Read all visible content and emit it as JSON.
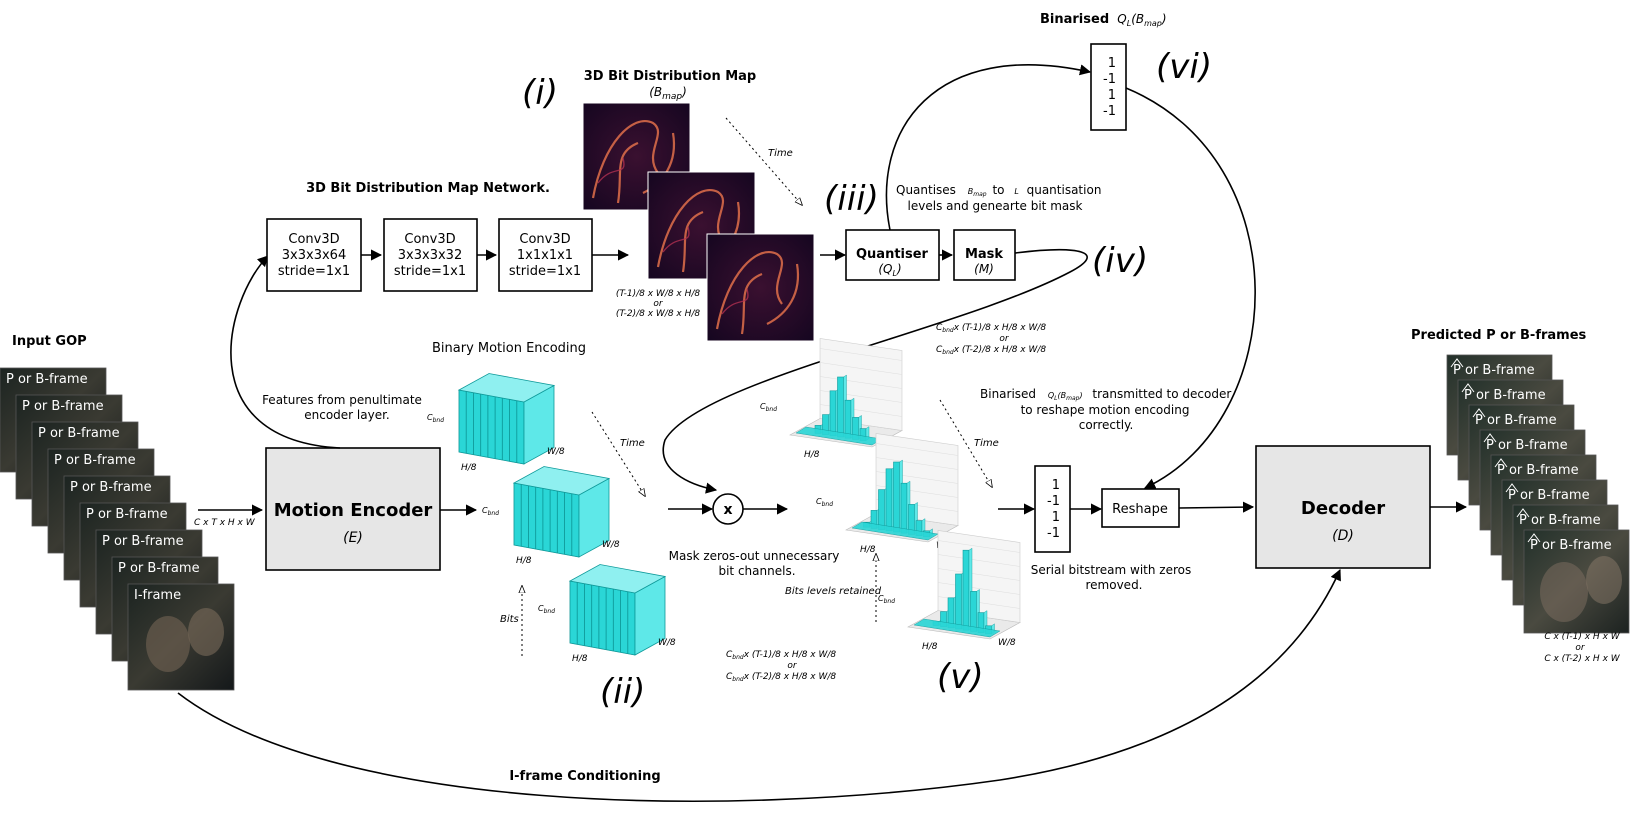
{
  "input_gop": {
    "title": "Input GOP",
    "frames": [
      "P or B-frame",
      "P or B-frame",
      "P or B-frame",
      "P or B-frame",
      "P or B-frame",
      "P or B-frame",
      "P or B-frame",
      "P or B-frame",
      "I-frame"
    ],
    "dims": "C x T x H x W"
  },
  "bdm_network": {
    "title": "3D Bit Distribution Map Network.",
    "convs": [
      {
        "l1": "Conv3D",
        "l2": "3x3x3x64",
        "l3": "stride=1x1"
      },
      {
        "l1": "Conv3D",
        "l2": "3x3x3x32",
        "l3": "stride=1x1"
      },
      {
        "l1": "Conv3D",
        "l2": "1x1x1x1",
        "l3": "stride=1x1"
      }
    ],
    "features_note": [
      "Features from penultimate",
      "encoder layer."
    ]
  },
  "bdm": {
    "marker": "(i)",
    "title": "3D Bit Distribution Map",
    "symbol": "(B",
    "symbol_sub": "map",
    "symbol_close": ")",
    "time": "Time",
    "dims": [
      "(T-1)/8 x W/8 x H/8",
      "or",
      "(T-2)/8 x W/8 x H/8"
    ]
  },
  "encoder": {
    "title": "Motion Encoder",
    "symbol": "(E)"
  },
  "binary_motion": {
    "title": "Binary Motion Encoding",
    "marker": "(ii)",
    "c_label": "C",
    "c_sub": "bnd",
    "h_label": "H/8",
    "w_label": "W/8",
    "time": "Time",
    "bits": "Bits",
    "dims": [
      {
        "c": "C",
        "sub": "bnd",
        "rest": "x (T-1)/8 x H/8 x W/8"
      },
      {
        "text": "or"
      },
      {
        "c": "C",
        "sub": "bnd",
        "rest": "x (T-2)/8 x H/8 x W/8"
      }
    ]
  },
  "quantiser": {
    "marker": "(iii)",
    "title": "Quantiser",
    "symbol_q": "(Q",
    "symbol_sub": "L",
    "symbol_close": ")",
    "note_a": "Quantises",
    "note_b": "B",
    "note_b_sub": "map",
    "note_c": "to",
    "note_d": "L",
    "note_e": "quantisation",
    "note_line2": "levels and genearte bit mask"
  },
  "mask": {
    "title": "Mask",
    "symbol": "(M)",
    "marker": "(iv)",
    "dims": [
      {
        "c": "C",
        "sub": "bnd",
        "rest": "x (T-1)/8 x H/8 x W/8"
      },
      {
        "text": "or"
      },
      {
        "c": "C",
        "sub": "bnd",
        "rest": "x (T-2)/8 x H/8 x W/8"
      }
    ]
  },
  "multiply": {
    "symbol": "x",
    "note": [
      "Mask zeros-out unnecessary",
      "bit channels."
    ]
  },
  "masked": {
    "marker": "(v)",
    "time": "Time",
    "bits_retained": "Bits levels retained",
    "c_label": "C",
    "c_sub": "bnd",
    "h_label": "H/8",
    "w_label": "W/8"
  },
  "binarised": {
    "marker": "(vi)",
    "title_a": "Binarised",
    "title_q": "Q",
    "title_q_sub": "L",
    "title_b": "(B",
    "title_b_sub": "map",
    "title_close": ")",
    "values": [
      "1",
      "-1",
      "1",
      "-1"
    ],
    "note_line1_a": "Binarised",
    "note_line1_q": "Q",
    "note_line1_q_sub": "L",
    "note_line1_b": "(B",
    "note_line1_b_sub": "map",
    "note_line1_close": ")",
    "note_line1_c": "transmitted to decoder",
    "note_line2": "to reshape motion encoding",
    "note_line3": "correctly."
  },
  "bitstream": {
    "values": [
      "1",
      "-1",
      "1",
      "-1"
    ],
    "note": [
      "Serial bitstream with zeros",
      "removed."
    ]
  },
  "reshape": {
    "title": "Reshape"
  },
  "decoder": {
    "title": "Decoder",
    "symbol": "(D)"
  },
  "predicted": {
    "title": "Predicted P or B-frames",
    "frames": [
      "P or B-frame",
      "P or B-frame",
      "P or B-frame",
      "P or B-frame",
      "P or B-frame",
      "P or B-frame",
      "P or B-frame",
      "P or B-frame"
    ],
    "dims": [
      "C x (T-1) x H x W",
      "or",
      "C x (T-2) x H x W"
    ]
  },
  "iframe_conditioning": "I-frame Conditioning",
  "colors": {
    "cube": "#2ad6d6",
    "cube_dark": "#0f9a9a",
    "heat_bg": "#1a0a24",
    "heat_hot": "#e0704a",
    "box_fill": "#e6e6e6"
  }
}
